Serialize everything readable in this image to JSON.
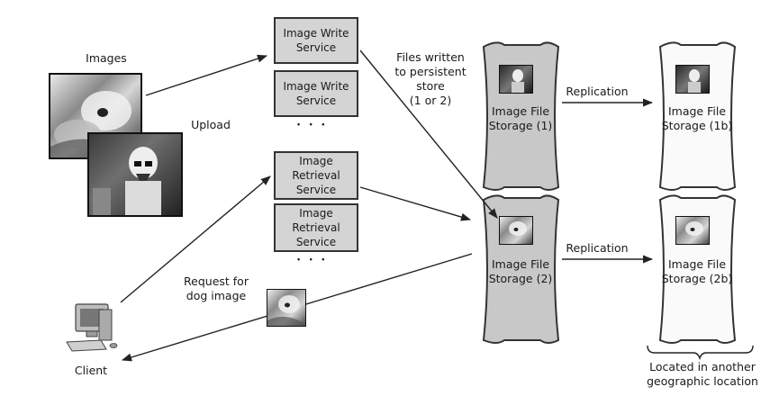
{
  "labels": {
    "images": "Images",
    "upload": "Upload",
    "files_written": [
      "Files written",
      "to persistent",
      "store",
      "(1 or 2)"
    ],
    "replication_1": "Replication",
    "replication_2": "Replication",
    "request": [
      "Request for",
      "dog image"
    ],
    "client": "Client",
    "located": [
      "Located in another",
      "geographic location"
    ],
    "dots_write": "• • •",
    "dots_retrieval": "• • •"
  },
  "services": {
    "write_1": [
      "Image Write",
      "Service"
    ],
    "write_2": [
      "Image Write",
      "Service"
    ],
    "retrieval_1": [
      "Image",
      "Retrieval",
      "Service"
    ],
    "retrieval_2": [
      "Image",
      "Retrieval",
      "Service"
    ]
  },
  "storage": {
    "s1": [
      "Image File",
      "Storage (1)"
    ],
    "s2": [
      "Image File",
      "Storage (2)"
    ],
    "s1b": [
      "Image File",
      "Storage (1b)"
    ],
    "s2b": [
      "Image File",
      "Storage (2b)"
    ]
  },
  "colors": {
    "primary_storage_fill": "#c8c8c8",
    "replica_storage_fill": "#fafafa",
    "service_fill": "#d4d4d4",
    "stroke": "#333333"
  },
  "icons": {
    "dog_photo": "dog-photo-icon",
    "stormtrooper_photo": "stormtrooper-photo-icon",
    "computer": "computer-icon"
  }
}
